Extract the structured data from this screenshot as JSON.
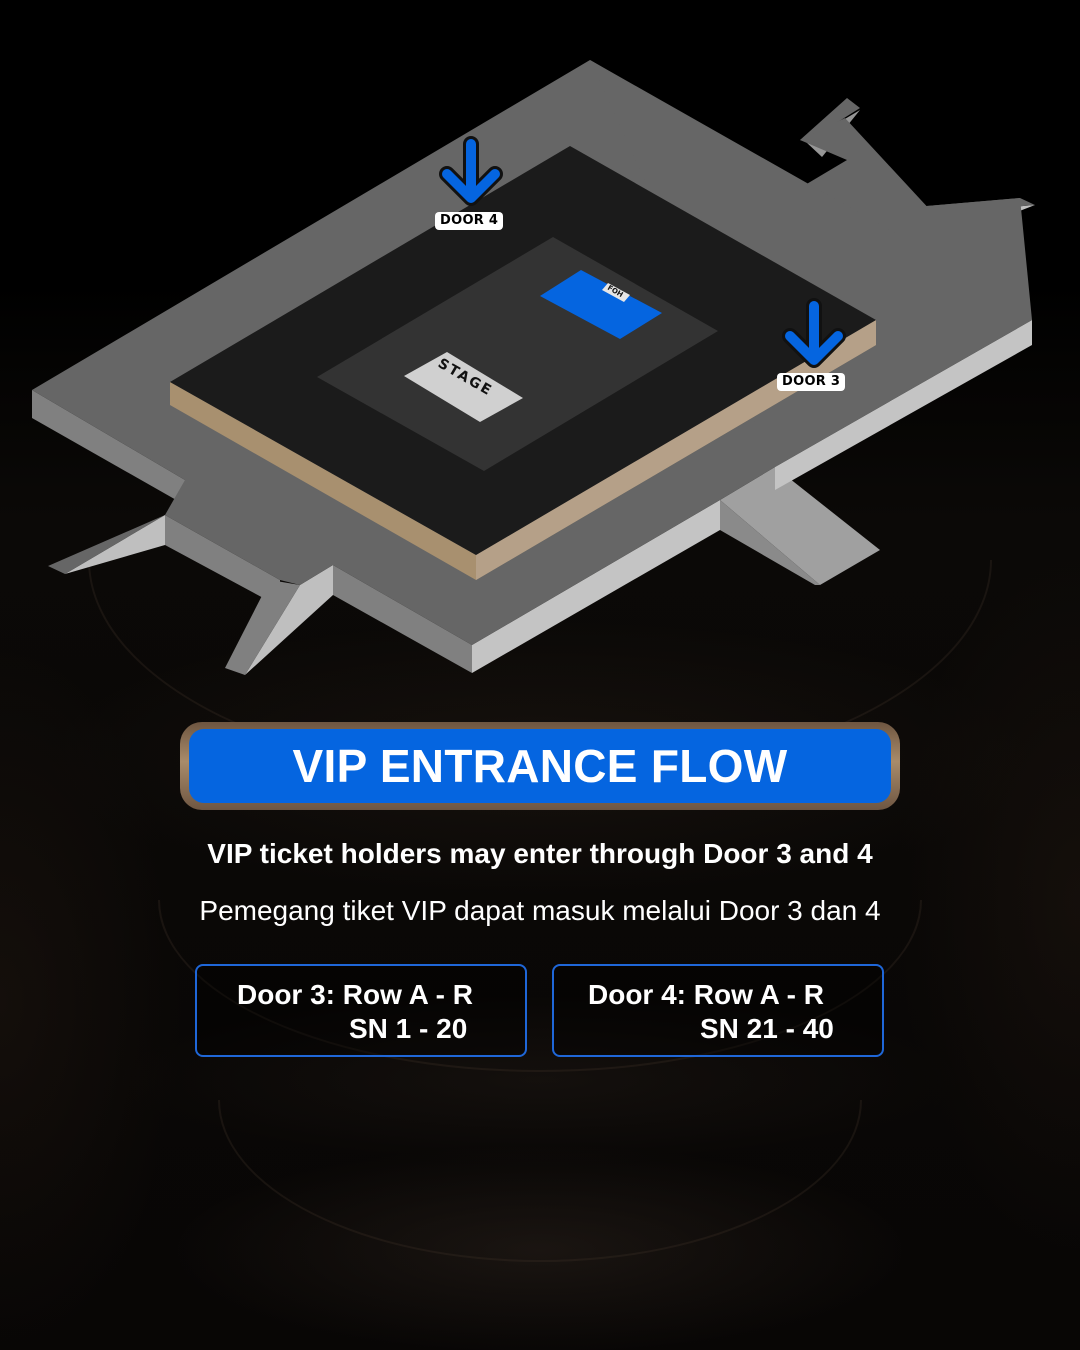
{
  "floor_plan": {
    "stage_label": "STAGE",
    "foh_label": "FOH",
    "doors": [
      {
        "id": "door-4",
        "label": "DOOR 4",
        "icon": "arrow-down-icon"
      },
      {
        "id": "door-3",
        "label": "DOOR 3",
        "icon": "arrow-down-icon"
      }
    ],
    "colors": {
      "walkway_top": "#666666",
      "walkway_side": "#c0c0c0",
      "floor": "#1b1b1b",
      "floor_edge": "#b29d85",
      "inner_area": "#333333",
      "stage": "#d0d0d0",
      "foh": "#0565e0",
      "arrow": "#0565e0"
    }
  },
  "title": {
    "text": "VIP ENTRANCE FLOW",
    "background": "#0565e0",
    "frame": "#a98b6a"
  },
  "description": {
    "english": "VIP ticket holders may enter through Door 3 and 4",
    "indonesian": "Pemegang tiket VIP dapat masuk melalui Door 3 dan 4"
  },
  "door_info": [
    {
      "door": "Door 3:",
      "rows": "Row A - R",
      "seats": "SN 1 - 20"
    },
    {
      "door": "Door 4:",
      "rows": "Row A - R",
      "seats": "SN 21 - 40"
    }
  ]
}
